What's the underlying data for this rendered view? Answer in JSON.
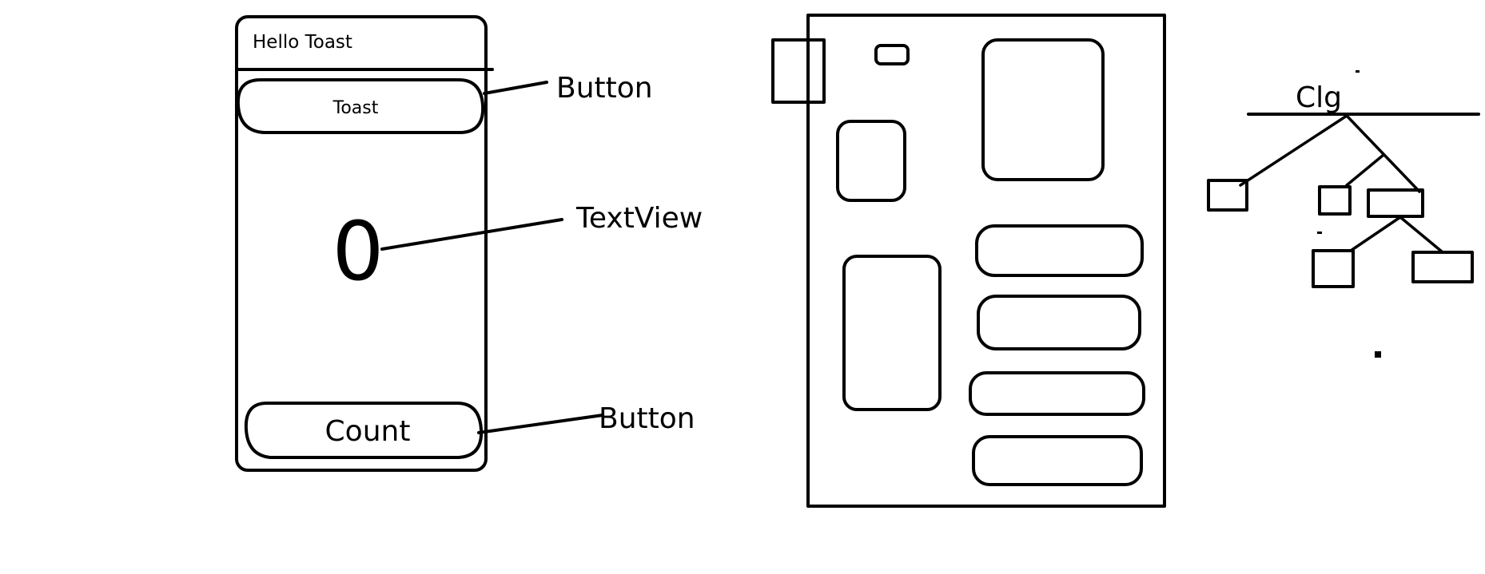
{
  "phone_mockup": {
    "title": "Hello Toast",
    "toast_button_label": "Toast",
    "counter_value": "0",
    "count_button_label": "Count"
  },
  "annotations": {
    "button_top": "Button",
    "textview": "TextView",
    "button_bottom": "Button"
  },
  "tree_diagram": {
    "root_label": "Clg"
  }
}
